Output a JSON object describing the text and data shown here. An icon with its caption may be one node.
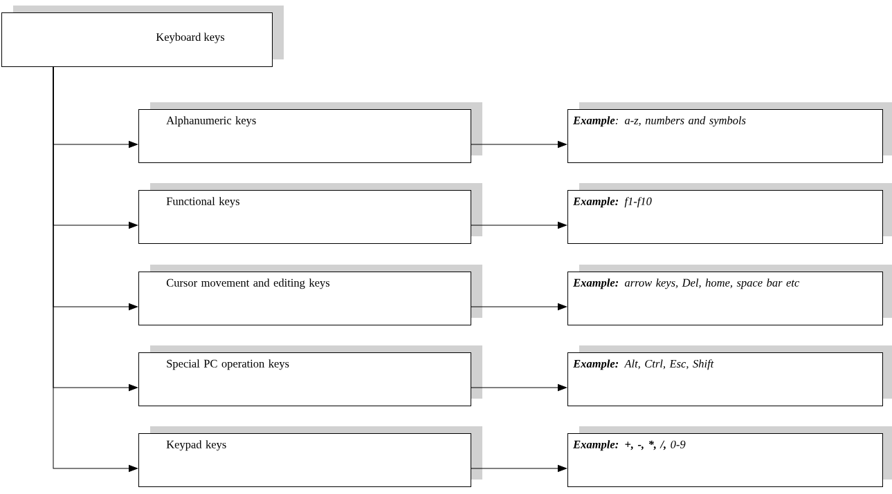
{
  "diagram": {
    "nodes": [
      {
        "text": [
          "Keyboard keys"
        ]
      },
      {
        "text": [
          "Alphanumeric keys"
        ]
      },
      {
        "text": [
          "**Example**: a-z, numbers and symbols"
        ]
      },
      {
        "text": [
          "Functional keys"
        ]
      },
      {
        "text": [
          "**Example:** f1-f10"
        ]
      },
      {
        "text": [
          "Cursor movement and editing keys"
        ]
      },
      {
        "text": [
          "**Example:** arrow keys, Del, home, space bar etc"
        ]
      },
      {
        "text": [
          "Special PC operation keys"
        ]
      },
      {
        "text": [
          "**Example:** Alt, Ctrl, Esc, Shift"
        ]
      },
      {
        "text": [
          "Keypad keys"
        ]
      },
      {
        "text": [
          "**Example: +, -, *, /,** 0-9"
        ]
      }
    ],
    "edges": [
      {
        "from": 0,
        "to": 1,
        "arrow": "to"
      },
      {
        "from": 1,
        "to": 2,
        "arrow": "to"
      },
      {
        "from": 0,
        "to": 3,
        "arrow": "to"
      },
      {
        "from": 3,
        "to": 4,
        "arrow": "to"
      },
      {
        "from": 0,
        "to": 5,
        "arrow": "to"
      },
      {
        "from": 5,
        "to": 6,
        "arrow": "to"
      },
      {
        "from": 0,
        "to": 7,
        "arrow": "to"
      },
      {
        "from": 7,
        "to": 8,
        "arrow": "to"
      },
      {
        "from": 0,
        "to": 9,
        "arrow": "to"
      },
      {
        "from": 9,
        "to": 10,
        "arrow": "to"
      }
    ]
  }
}
